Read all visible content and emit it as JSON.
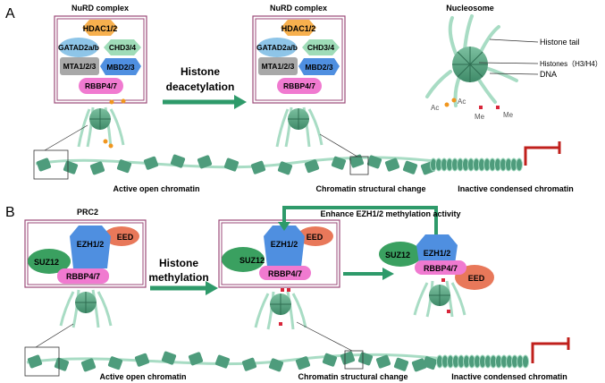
{
  "panel_a": {
    "letter": "A",
    "nurd_title_left": "NuRD complex",
    "nurd_title_right": "NuRD complex",
    "subunits": {
      "hdac": "HDAC1/2",
      "gatad": "GATAD2a/b",
      "chd": "CHD3/4",
      "mta": "MTA1/2/3",
      "mbd": "MBD2/3",
      "rbbp": "RBBP4/7"
    },
    "process_line1": "Histone",
    "process_line2": "deacetylation",
    "nucleosome_title": "Nucleosome",
    "label_tail": "Histone tail",
    "label_histones": "Histones（H3/H4）",
    "label_dna": "DNA",
    "mark_ac": "Ac",
    "mark_me": "Me",
    "chromatin_active": "Active open chromatin",
    "chromatin_change": "Chromatin structural change",
    "chromatin_inactive": "Inactive condensed chromatin"
  },
  "panel_b": {
    "letter": "B",
    "prc2_title": "PRC2",
    "subunits": {
      "ezh": "EZH1/2",
      "eed": "EED",
      "suz": "SUZ12",
      "rbbp": "RBBP4/7"
    },
    "process_line1": "Histone",
    "process_line2": "methylation",
    "enhance_label": "Enhance EZH1/2 methylation activity",
    "chromatin_active": "Active open chromatin",
    "chromatin_change": "Chromatin structural change",
    "chromatin_inactive": "Inactive condensed chromatin"
  },
  "colors": {
    "hdac": "#f7b04e",
    "gatad": "#8ec5e8",
    "chd": "#9fdcb8",
    "mta": "#a8a8a8",
    "mbd": "#4f8fe0",
    "rbbp": "#f07ad0",
    "ezh": "#4f8fe0",
    "eed": "#e8785a",
    "suz": "#3aa060",
    "arrow": "#2e9a6a",
    "frame": "#9b4a78",
    "repress": "#c0201c",
    "acetyl": "#f0961e",
    "methyl": "#d8263a",
    "nucleosome": "#4e9c7c",
    "dna": "#a8dcc4"
  }
}
